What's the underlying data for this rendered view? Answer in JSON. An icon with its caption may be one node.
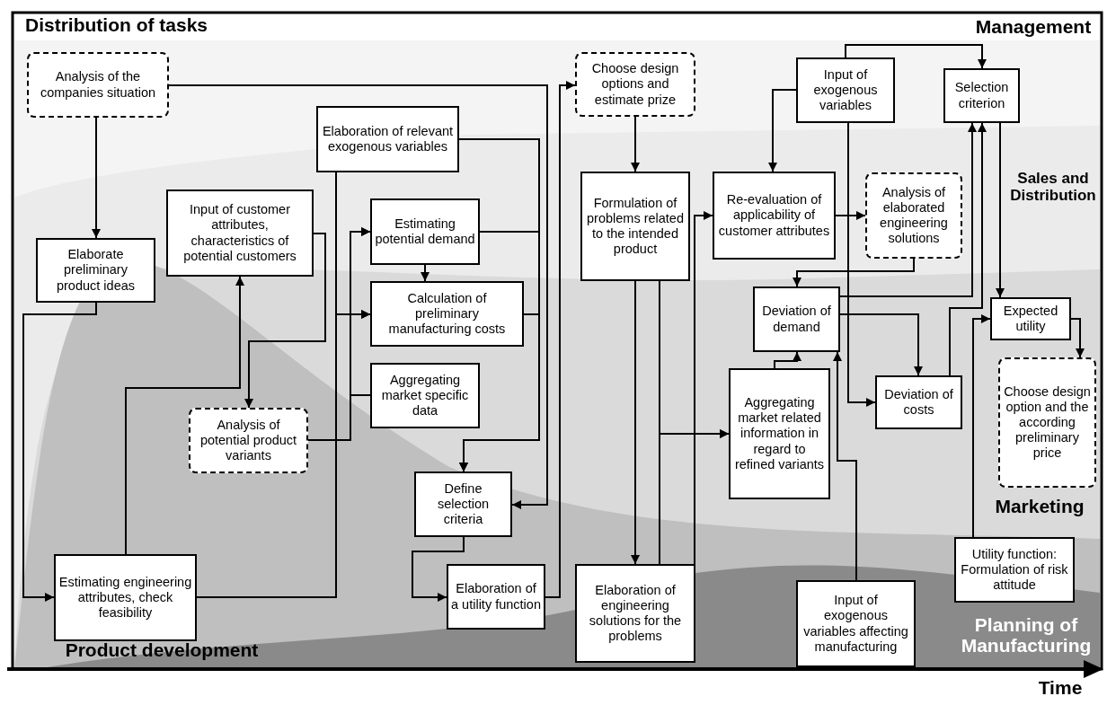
{
  "diagram": {
    "title": "Distribution of tasks",
    "nodes": [
      {
        "text": [
          "Analysis of the companies situation"
        ]
      },
      {
        "text": [
          "Elaborate preliminary product ideas"
        ]
      },
      {
        "text": [
          "Input of customer attributes, characteristics of potential customers"
        ]
      },
      {
        "text": [
          "Elaboration of relevant exogenous variables"
        ]
      },
      {
        "text": [
          "Estimating potential demand"
        ]
      },
      {
        "text": [
          "Calculation of preliminary manufacturing costs"
        ]
      },
      {
        "text": [
          "Aggregating market specific data"
        ]
      },
      {
        "text": [
          "Analysis of potential product variants"
        ]
      },
      {
        "text": [
          "Estimating engineering attributes, check feasibility"
        ]
      },
      {
        "text": [
          "Define selection criteria"
        ]
      },
      {
        "text": [
          "Elaboration of a utility function"
        ]
      },
      {
        "text": [
          "Choose design options and estimate prize"
        ]
      },
      {
        "text": [
          "Formulation of problems related to the intended product"
        ]
      },
      {
        "text": [
          "Elaboration of engineering solutions for the problems"
        ]
      },
      {
        "text": [
          "Input of exogenous variables"
        ]
      },
      {
        "text": [
          "Re-evaluation of applicability of customer attributes"
        ]
      },
      {
        "text": [
          "Analysis of elaborated engineering solutions"
        ]
      },
      {
        "text": [
          "Selection criterion"
        ]
      },
      {
        "text": [
          "Deviation of demand"
        ]
      },
      {
        "text": [
          "Aggregating market related information in regard to refined variants"
        ]
      },
      {
        "text": [
          "Deviation of costs"
        ]
      },
      {
        "text": [
          "Expected utility"
        ]
      },
      {
        "text": [
          "Choose design option and the according preliminary price"
        ]
      },
      {
        "text": [
          "Input of exogenous variables affecting manufacturing"
        ]
      },
      {
        "text": [
          "Utility function: Formulation of risk attitude"
        ]
      }
    ],
    "edges": [
      {
        "from": 0,
        "to": 1,
        "arrow": "to"
      },
      {
        "from": 0,
        "to": 9,
        "arrow": "to"
      },
      {
        "from": 1,
        "to": 8,
        "arrow": "to"
      },
      {
        "from": 8,
        "to": 2,
        "arrow": "to"
      },
      {
        "from": 2,
        "to": 7,
        "arrow": "to"
      },
      {
        "from": 3,
        "to": 5,
        "arrow": "to"
      },
      {
        "from": 8,
        "to": 5,
        "arrow": "to"
      },
      {
        "from": 7,
        "to": 4,
        "arrow": "to"
      },
      {
        "from": 6,
        "to": 4,
        "arrow": "to"
      },
      {
        "from": 4,
        "to": 5,
        "arrow": "to"
      },
      {
        "from": 3,
        "to": 9,
        "arrow": "to"
      },
      {
        "from": 4,
        "to": 9,
        "arrow": "to"
      },
      {
        "from": 5,
        "to": 9,
        "arrow": "to"
      },
      {
        "from": 9,
        "to": 10,
        "arrow": "to"
      },
      {
        "from": 10,
        "to": 11,
        "arrow": "to"
      },
      {
        "from": 11,
        "to": 12,
        "arrow": "to"
      },
      {
        "from": 12,
        "to": 13,
        "arrow": "to"
      },
      {
        "from": 12,
        "to": 19,
        "arrow": "to"
      },
      {
        "from": 13,
        "to": 19,
        "arrow": "to"
      },
      {
        "from": 13,
        "to": 15,
        "arrow": "to"
      },
      {
        "from": 14,
        "to": 15,
        "arrow": "to"
      },
      {
        "from": 14,
        "to": 17,
        "arrow": "to"
      },
      {
        "from": 14,
        "to": 20,
        "arrow": "to"
      },
      {
        "from": 15,
        "to": 16,
        "arrow": "to"
      },
      {
        "from": 16,
        "to": 18,
        "arrow": "to"
      },
      {
        "from": 18,
        "to": 17,
        "arrow": "to"
      },
      {
        "from": 18,
        "to": 20,
        "arrow": "to"
      },
      {
        "from": 20,
        "to": 17,
        "arrow": "to"
      },
      {
        "from": 17,
        "to": 21,
        "arrow": "to"
      },
      {
        "from": 21,
        "to": 22,
        "arrow": "to"
      },
      {
        "from": 24,
        "to": 21,
        "arrow": "to"
      },
      {
        "from": 19,
        "to": 18,
        "arrow": "to"
      },
      {
        "from": 23,
        "to": 18,
        "arrow": "to"
      }
    ],
    "labels": [
      "Management",
      "Sales and Distribution",
      "Marketing",
      "Planning of Manufacturing",
      "Product development",
      "Time"
    ]
  }
}
